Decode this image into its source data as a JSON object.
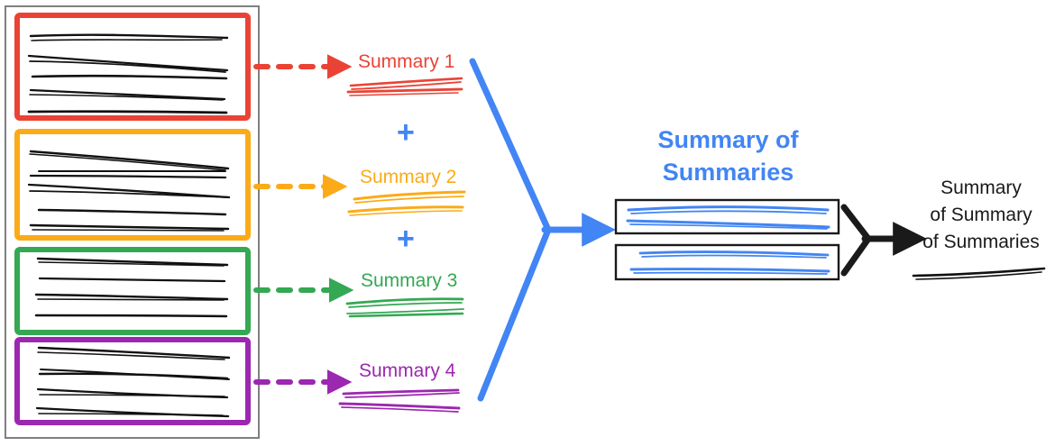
{
  "figure": {
    "title_semantics": "hierarchical-summarization-diagram",
    "background": "#ffffff"
  },
  "colors": {
    "red": "#ea4335",
    "orange": "#fbab18",
    "green": "#34a853",
    "purple": "#9c27b0",
    "blue": "#4285f4",
    "black": "#1a1a1a",
    "gray_border": "#808080"
  },
  "source_corpus": {
    "name": "document-corpus",
    "outer_box_color": "#808080",
    "chunks": [
      {
        "id": "chunk-1",
        "color": "#ea4335",
        "line_count": 5
      },
      {
        "id": "chunk-2",
        "color": "#fbab18",
        "line_count": 5
      },
      {
        "id": "chunk-3",
        "color": "#34a853",
        "line_count": 4
      },
      {
        "id": "chunk-4",
        "color": "#9c27b0",
        "line_count": 4
      }
    ]
  },
  "summaries": [
    {
      "id": "summary-1",
      "label": "Summary 1",
      "color": "#ea4335",
      "line_count": 3
    },
    {
      "id": "summary-2",
      "label": "Summary 2",
      "color": "#fbab18",
      "line_count": 2
    },
    {
      "id": "summary-3",
      "label": "Summary 3",
      "color": "#34a853",
      "line_count": 3
    },
    {
      "id": "summary-4",
      "label": "Summary 4",
      "color": "#9c27b0",
      "line_count": 3
    }
  ],
  "operators": [
    {
      "id": "plus-1",
      "symbol": "+",
      "color": "#4285f4"
    },
    {
      "id": "plus-2",
      "symbol": "+",
      "color": "#4285f4"
    },
    {
      "id": "plus-3",
      "symbol": "+",
      "color": "#4285f4"
    }
  ],
  "merge_arrow_blue": {
    "name": "blue-merge-arrow",
    "color": "#4285f4"
  },
  "merge_arrow_black": {
    "name": "black-merge-arrow",
    "color": "#1a1a1a"
  },
  "summary_of_summaries": {
    "label_line_1": "Summary of",
    "label_line_2": "Summaries",
    "color": "#4285f4",
    "boxes": [
      {
        "id": "sos-box-1",
        "line_count": 2,
        "border_color": "#1a1a1a",
        "scribble_color": "#4285f4"
      },
      {
        "id": "sos-box-2",
        "line_count": 2,
        "border_color": "#1a1a1a",
        "scribble_color": "#4285f4"
      }
    ]
  },
  "final_summary": {
    "label_line_1": "Summary",
    "label_line_2": "of Summary",
    "label_line_3": "of Summaries",
    "color": "#1a1a1a",
    "line_count": 1
  },
  "dashed_arrows": [
    {
      "id": "dashed-arrow-1",
      "color": "#ea4335"
    },
    {
      "id": "dashed-arrow-2",
      "color": "#fbab18"
    },
    {
      "id": "dashed-arrow-3",
      "color": "#34a853"
    },
    {
      "id": "dashed-arrow-4",
      "color": "#9c27b0"
    }
  ]
}
